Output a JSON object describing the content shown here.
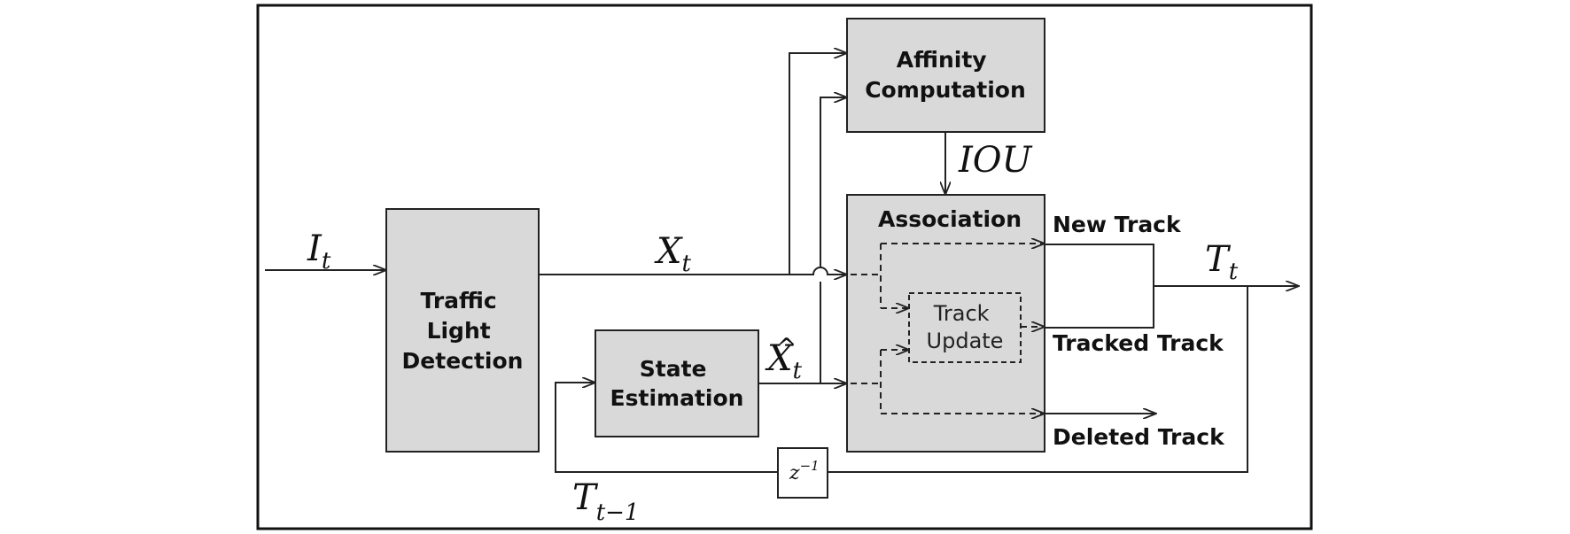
{
  "blocks": {
    "detection": [
      "Traffic",
      "Light",
      "Detection"
    ],
    "state_estimation": [
      "State",
      "Estimation"
    ],
    "affinity": [
      "Affinity",
      "Computation"
    ],
    "association": "Association",
    "track_update": [
      "Track",
      "Update"
    ],
    "delay": {
      "base": "z",
      "exp": "−1"
    }
  },
  "outputs": {
    "new_track": "New Track",
    "tracked_track": "Tracked Track",
    "deleted_track": "Deleted Track"
  },
  "symbols": {
    "input": {
      "base": "I",
      "sub": "t"
    },
    "detections": {
      "base": "X",
      "sub": "t"
    },
    "estimates": {
      "base": "X",
      "hat": "^",
      "sub": "t"
    },
    "iou": "IOU",
    "output": {
      "base": "T",
      "sub": "t"
    },
    "prev_tracks": {
      "base": "T",
      "sub": "t−1"
    }
  }
}
